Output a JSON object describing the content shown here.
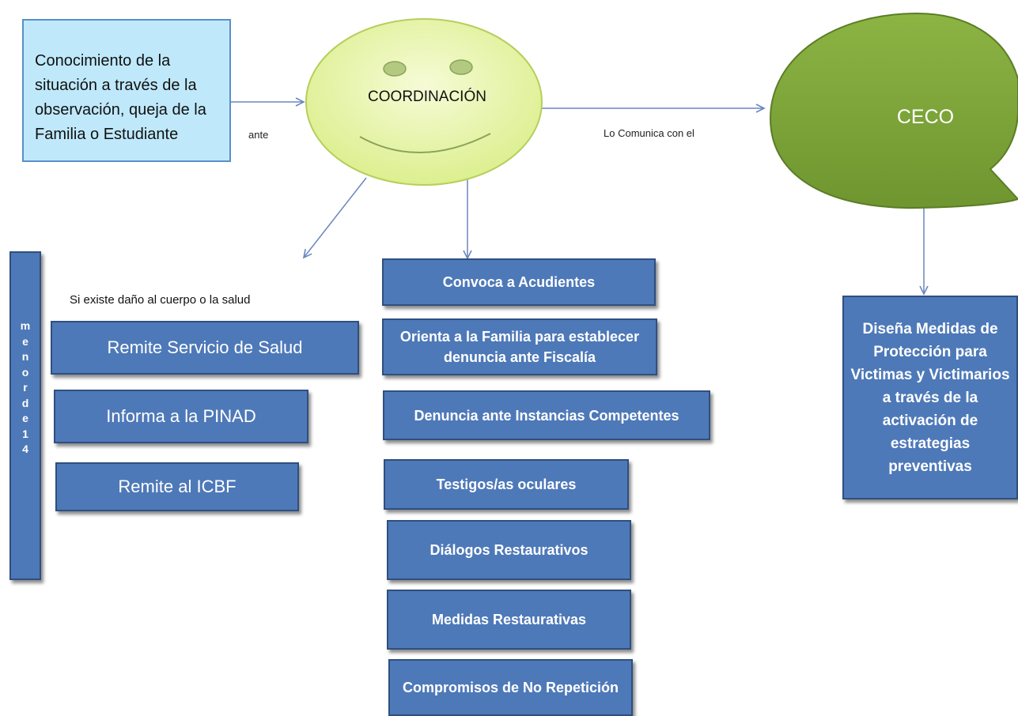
{
  "start_box": {
    "lines": [
      "Conocimiento de la",
      "situación a través de la",
      "observación, queja de la",
      "Familia o Estudiante"
    ]
  },
  "coordinacion": {
    "label": "COORDINACIÓN"
  },
  "ceco": {
    "label": "CECO"
  },
  "edge_labels": {
    "ante": "ante",
    "comunica": "Lo Comunica con  el"
  },
  "left_branch": {
    "vertical_label": [
      "m",
      "e",
      "n",
      "o",
      "r",
      "d",
      "e",
      "1",
      "4"
    ],
    "note": "Si existe daño al cuerpo o la salud",
    "boxes": [
      "Remite Servicio de Salud",
      "Informa a la PINAD",
      "Remite  al ICBF"
    ]
  },
  "middle_branch": {
    "boxes": [
      "Convoca a Acudientes",
      "Orienta a la Familia para establecer denuncia ante Fiscalía",
      "Denuncia ante Instancias Competentes",
      "Testigos/as oculares",
      "Diálogos Restaurativos",
      "Medidas Restaurativas",
      "Compromisos de No Repetición"
    ]
  },
  "right_branch": {
    "box": "Diseña Medidas de Protección  para Victimas y Victimarios a través de la activación de estrategias preventivas"
  },
  "colors": {
    "start_fill": "#bfe9fb",
    "face_fill": "#eaf7b4",
    "ceco_fill": "#7ea43a",
    "box_fill": "#4e79b8",
    "connector": "#6a86bf"
  }
}
